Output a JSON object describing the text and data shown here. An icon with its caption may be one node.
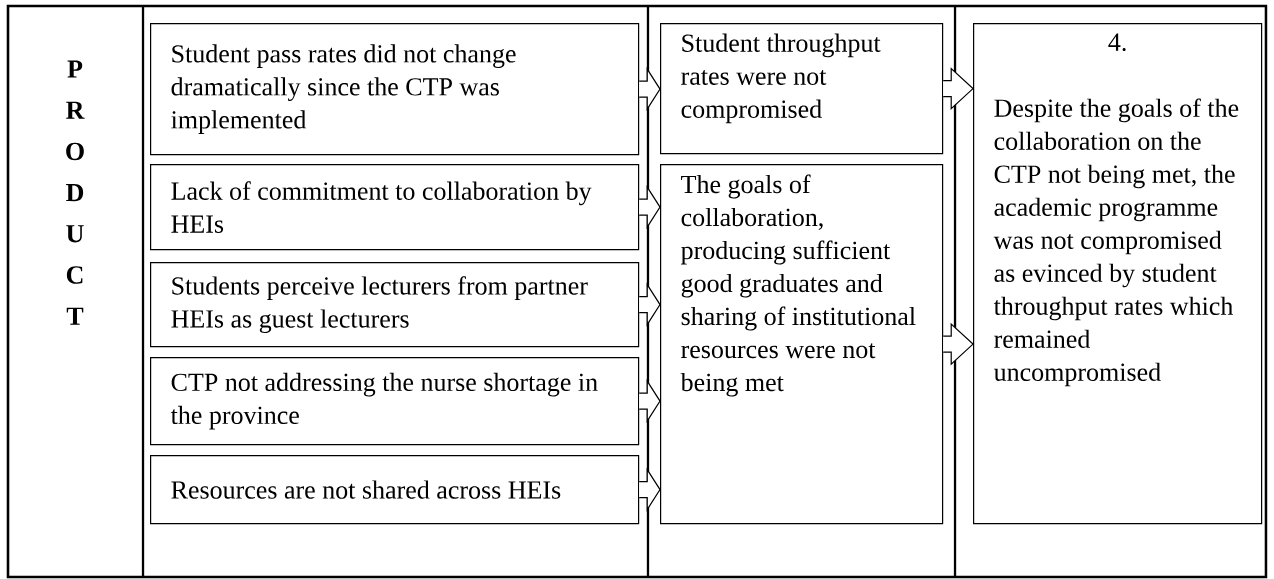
{
  "diagram": {
    "nodes": [
      {
        "text": [
          "Student pass rates did not change dramatically since the CTP was implemented"
        ]
      },
      {
        "text": [
          "Lack of commitment to collaboration by HEIs"
        ]
      },
      {
        "text": [
          "Students perceive lecturers from partner HEIs as guest lecturers"
        ]
      },
      {
        "text": [
          "CTP not addressing the nurse shortage in the province"
        ]
      },
      {
        "text": [
          "Resources are not shared across HEIs"
        ]
      },
      {
        "text": [
          "Student throughput rates were not compromised"
        ]
      },
      {
        "text": [
          "The goals of collaboration, producing sufficient good graduates and sharing of institutional resources were not being met"
        ]
      },
      {
        "text": [
          "4.",
          "Despite the goals of the collaboration on the CTP not being met, the academic programme was not compromised as evinced by student throughput rates which remained uncompromised"
        ]
      }
    ],
    "edges": [
      {
        "from": 0,
        "to": 5,
        "arrow": "to"
      },
      {
        "from": 1,
        "to": 6,
        "arrow": "to"
      },
      {
        "from": 2,
        "to": 6,
        "arrow": "to"
      },
      {
        "from": 3,
        "to": 6,
        "arrow": "to"
      },
      {
        "from": 4,
        "to": 6,
        "arrow": "to"
      },
      {
        "from": 5,
        "to": 7,
        "arrow": "to"
      },
      {
        "from": 6,
        "to": 7,
        "arrow": "to"
      }
    ],
    "labels": [
      "P",
      "R",
      "O",
      "D",
      "U",
      "C",
      "T"
    ]
  }
}
